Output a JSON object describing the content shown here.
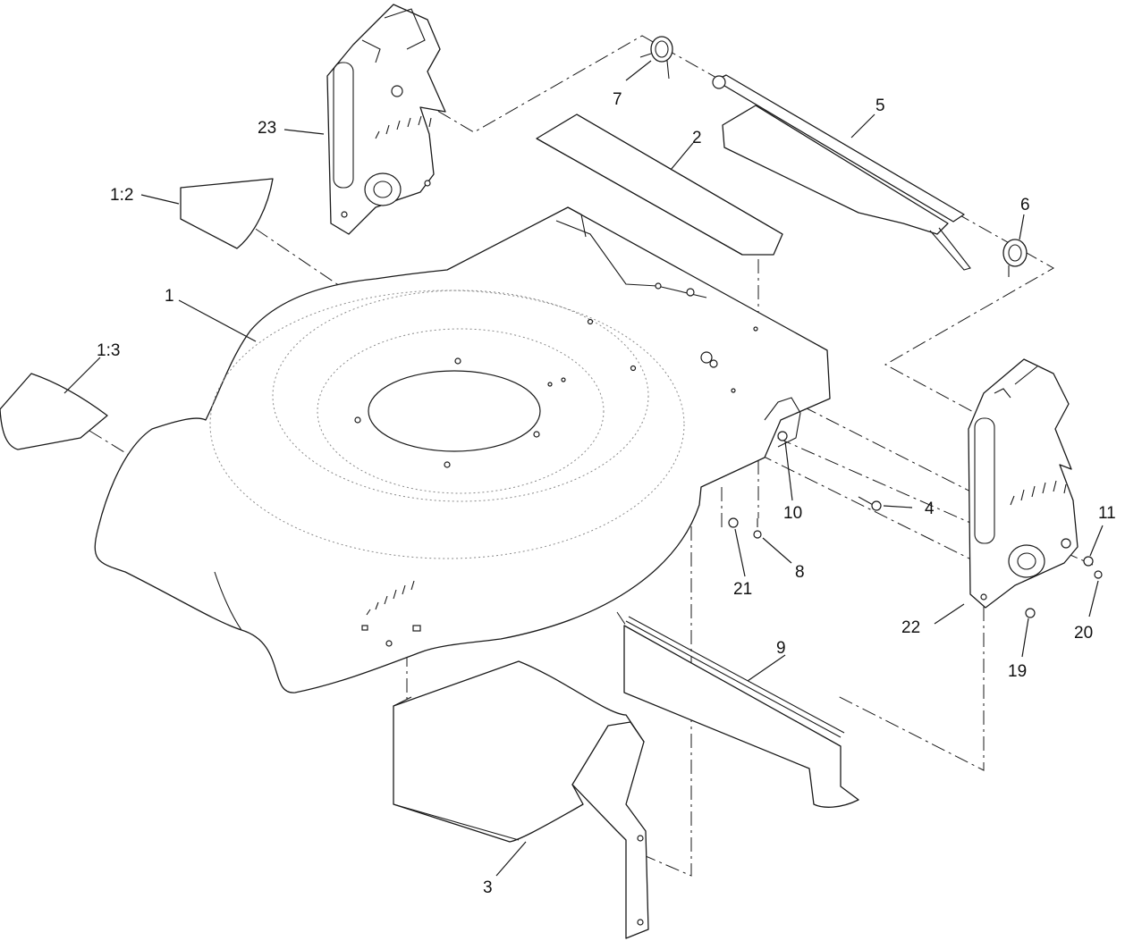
{
  "diagram": {
    "callouts": {
      "c1": "1",
      "c1_2": "1:2",
      "c1_3": "1:3",
      "c2": "2",
      "c3": "3",
      "c4": "4",
      "c5": "5",
      "c6": "6",
      "c7": "7",
      "c8": "8",
      "c9": "9",
      "c10": "10",
      "c11": "11",
      "c19": "19",
      "c20": "20",
      "c21": "21",
      "c22": "22",
      "c23": "23"
    }
  }
}
